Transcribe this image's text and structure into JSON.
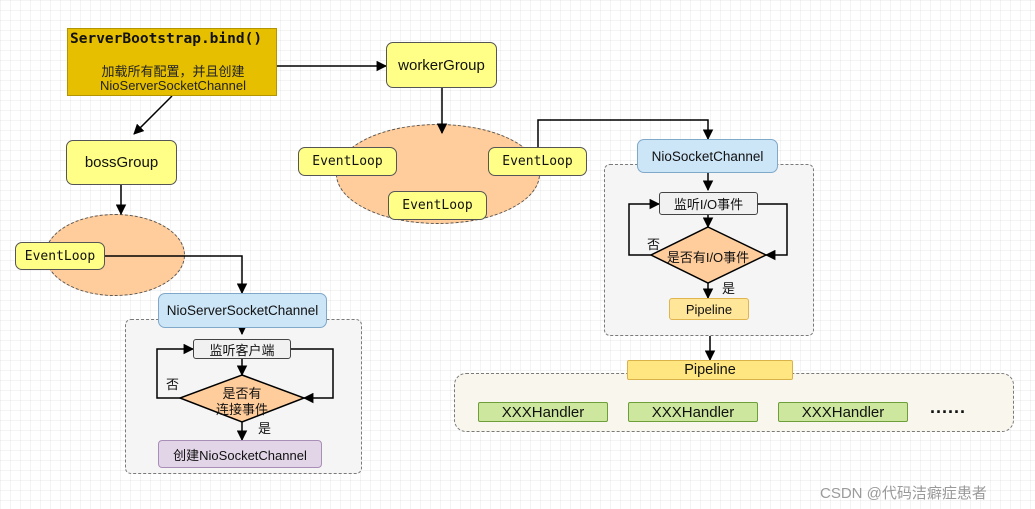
{
  "bootstrap": {
    "title": "ServerBootstrap.bind()",
    "line1": "加载所有配置，并且创建",
    "line2": "NioServerSocketChannel"
  },
  "boss": {
    "group": "bossGroup",
    "event_loop": "EventLoop",
    "channel": "NioServerSocketChannel",
    "listen": "监听客户端",
    "decision_line1": "是否有",
    "decision_line2": "连接事件",
    "no_label": "否",
    "yes_label": "是",
    "create": "创建NioSocketChannel"
  },
  "worker": {
    "group": "workerGroup",
    "event_loops": [
      "EventLoop",
      "EventLoop",
      "EventLoop"
    ],
    "channel": "NioSocketChannel",
    "listen": "监听I/O事件",
    "decision": "是否有I/O事件",
    "no_label": "否",
    "yes_label": "是",
    "pipeline": "Pipeline"
  },
  "pipeline": {
    "title": "Pipeline",
    "handlers": [
      "XXXHandler",
      "XXXHandler",
      "XXXHandler"
    ],
    "more": "......"
  },
  "watermark": "CSDN @代码洁癖症患者",
  "colors": {
    "bootstrap": "#e6c000",
    "yellow_node": "#ffff88",
    "event_loop_group": "#ffcd9c",
    "channel": "#cce5f7",
    "handler": "#cde89e",
    "create": "#e1d5e7",
    "pipeline": "#ffe699"
  }
}
